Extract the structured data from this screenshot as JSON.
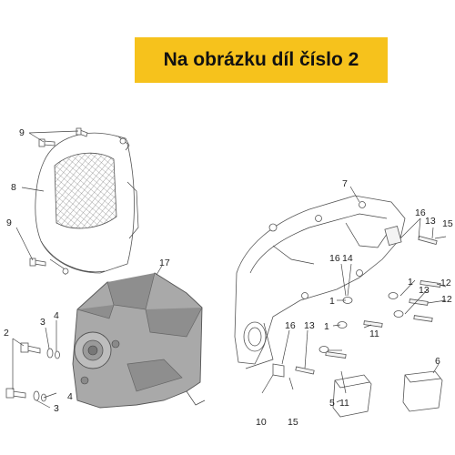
{
  "banner": {
    "text": "Na obrázku díl číslo 2",
    "color": "#f6c21c"
  },
  "highlight_color": "#a9a9a9",
  "labels": {
    "l9a": "9",
    "l8": "8",
    "l9b": "9",
    "l17": "17",
    "l2": "2",
    "l3a": "3",
    "l4a": "4",
    "l4b": "4",
    "l3b": "3",
    "l7": "7",
    "l16a": "16",
    "l13a": "13",
    "l15a": "15",
    "l16b": "16",
    "l14": "14",
    "l1a": "1",
    "l1b": "1",
    "l1c": "1",
    "l12a": "12",
    "l13b": "13",
    "l12b": "12",
    "l11a": "11",
    "l16c": "16",
    "l13c": "13",
    "l11b": "11",
    "l10": "10",
    "l15b": "15",
    "l5": "5",
    "l6": "6"
  }
}
